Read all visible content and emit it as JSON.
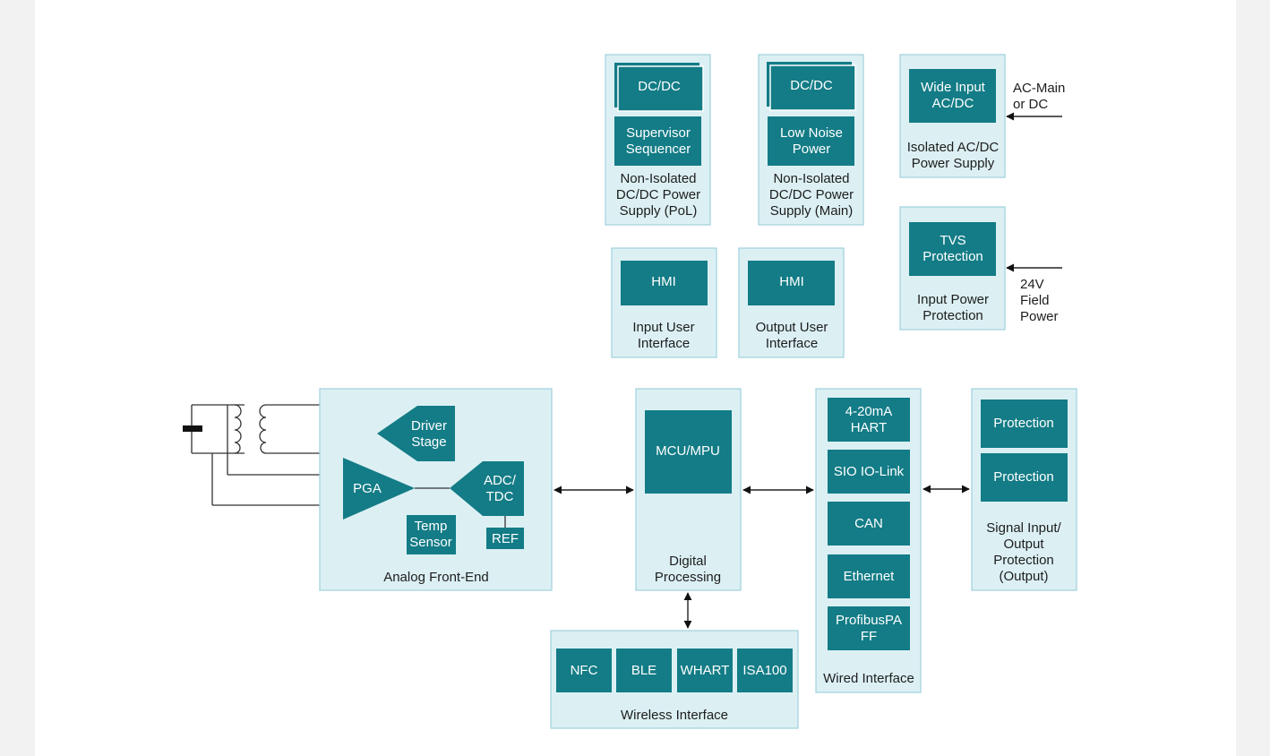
{
  "colors": {
    "block": "#137c86",
    "group_fill": "#dcf0f4",
    "group_border": "#9fd0dc"
  },
  "power": {
    "pol": {
      "dcdc": "DC/DC",
      "supervisor": [
        "Supervisor",
        "Sequencer"
      ],
      "caption": [
        "Non-Isolated",
        "DC/DC Power",
        "Supply (PoL)"
      ]
    },
    "main": {
      "dcdc": "DC/DC",
      "low_noise": [
        "Low Noise",
        "Power"
      ],
      "caption": [
        "Non-Isolated",
        "DC/DC Power",
        "Supply (Main)"
      ]
    },
    "isolated": {
      "block": [
        "Wide Input",
        "AC/DC"
      ],
      "caption": [
        "Isolated AC/DC",
        "Power Supply"
      ],
      "input_label": [
        "AC-Main",
        "or DC"
      ]
    },
    "protection": {
      "block": [
        "TVS",
        "Protection"
      ],
      "caption": [
        "Input Power",
        "Protection"
      ],
      "input_label": [
        "24V",
        "Field",
        "Power"
      ]
    }
  },
  "hmi": {
    "input": {
      "block": "HMI",
      "caption": [
        "Input User",
        "Interface"
      ]
    },
    "output": {
      "block": "HMI",
      "caption": [
        "Output User",
        "Interface"
      ]
    }
  },
  "afe": {
    "driver": [
      "Driver",
      "Stage"
    ],
    "pga": "PGA",
    "adc": [
      "ADC/",
      "TDC"
    ],
    "temp": [
      "Temp",
      "Sensor"
    ],
    "ref": "REF",
    "caption": "Analog Front-End"
  },
  "digital": {
    "block": "MCU/MPU",
    "caption": [
      "Digital",
      "Processing"
    ]
  },
  "wired": {
    "items": [
      [
        "4-20mA",
        "HART"
      ],
      [
        "SIO IO-Link"
      ],
      [
        "CAN"
      ],
      [
        "Ethernet"
      ],
      [
        "ProfibusPA",
        "FF"
      ]
    ],
    "caption": "Wired Interface"
  },
  "signal": {
    "items": [
      "Protection",
      "Protection"
    ],
    "caption": [
      "Signal Input/",
      "Output",
      "Protection",
      "(Output)"
    ]
  },
  "wireless": {
    "items": [
      "NFC",
      "BLE",
      "WHART",
      "ISA100"
    ],
    "caption": "Wireless Interface"
  }
}
